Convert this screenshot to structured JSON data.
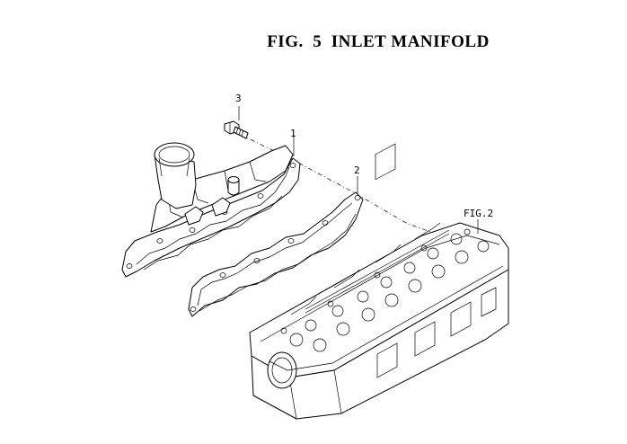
{
  "figure": {
    "title": "FIG.  5  INLET MANIFOLD"
  },
  "callouts": [
    {
      "text": "1",
      "part": "inlet-manifold"
    },
    {
      "text": "2",
      "part": "manifold-gasket"
    },
    {
      "text": "3",
      "part": "bolt"
    },
    {
      "text": "FIG.2",
      "part": "cylinder-head-reference"
    }
  ]
}
